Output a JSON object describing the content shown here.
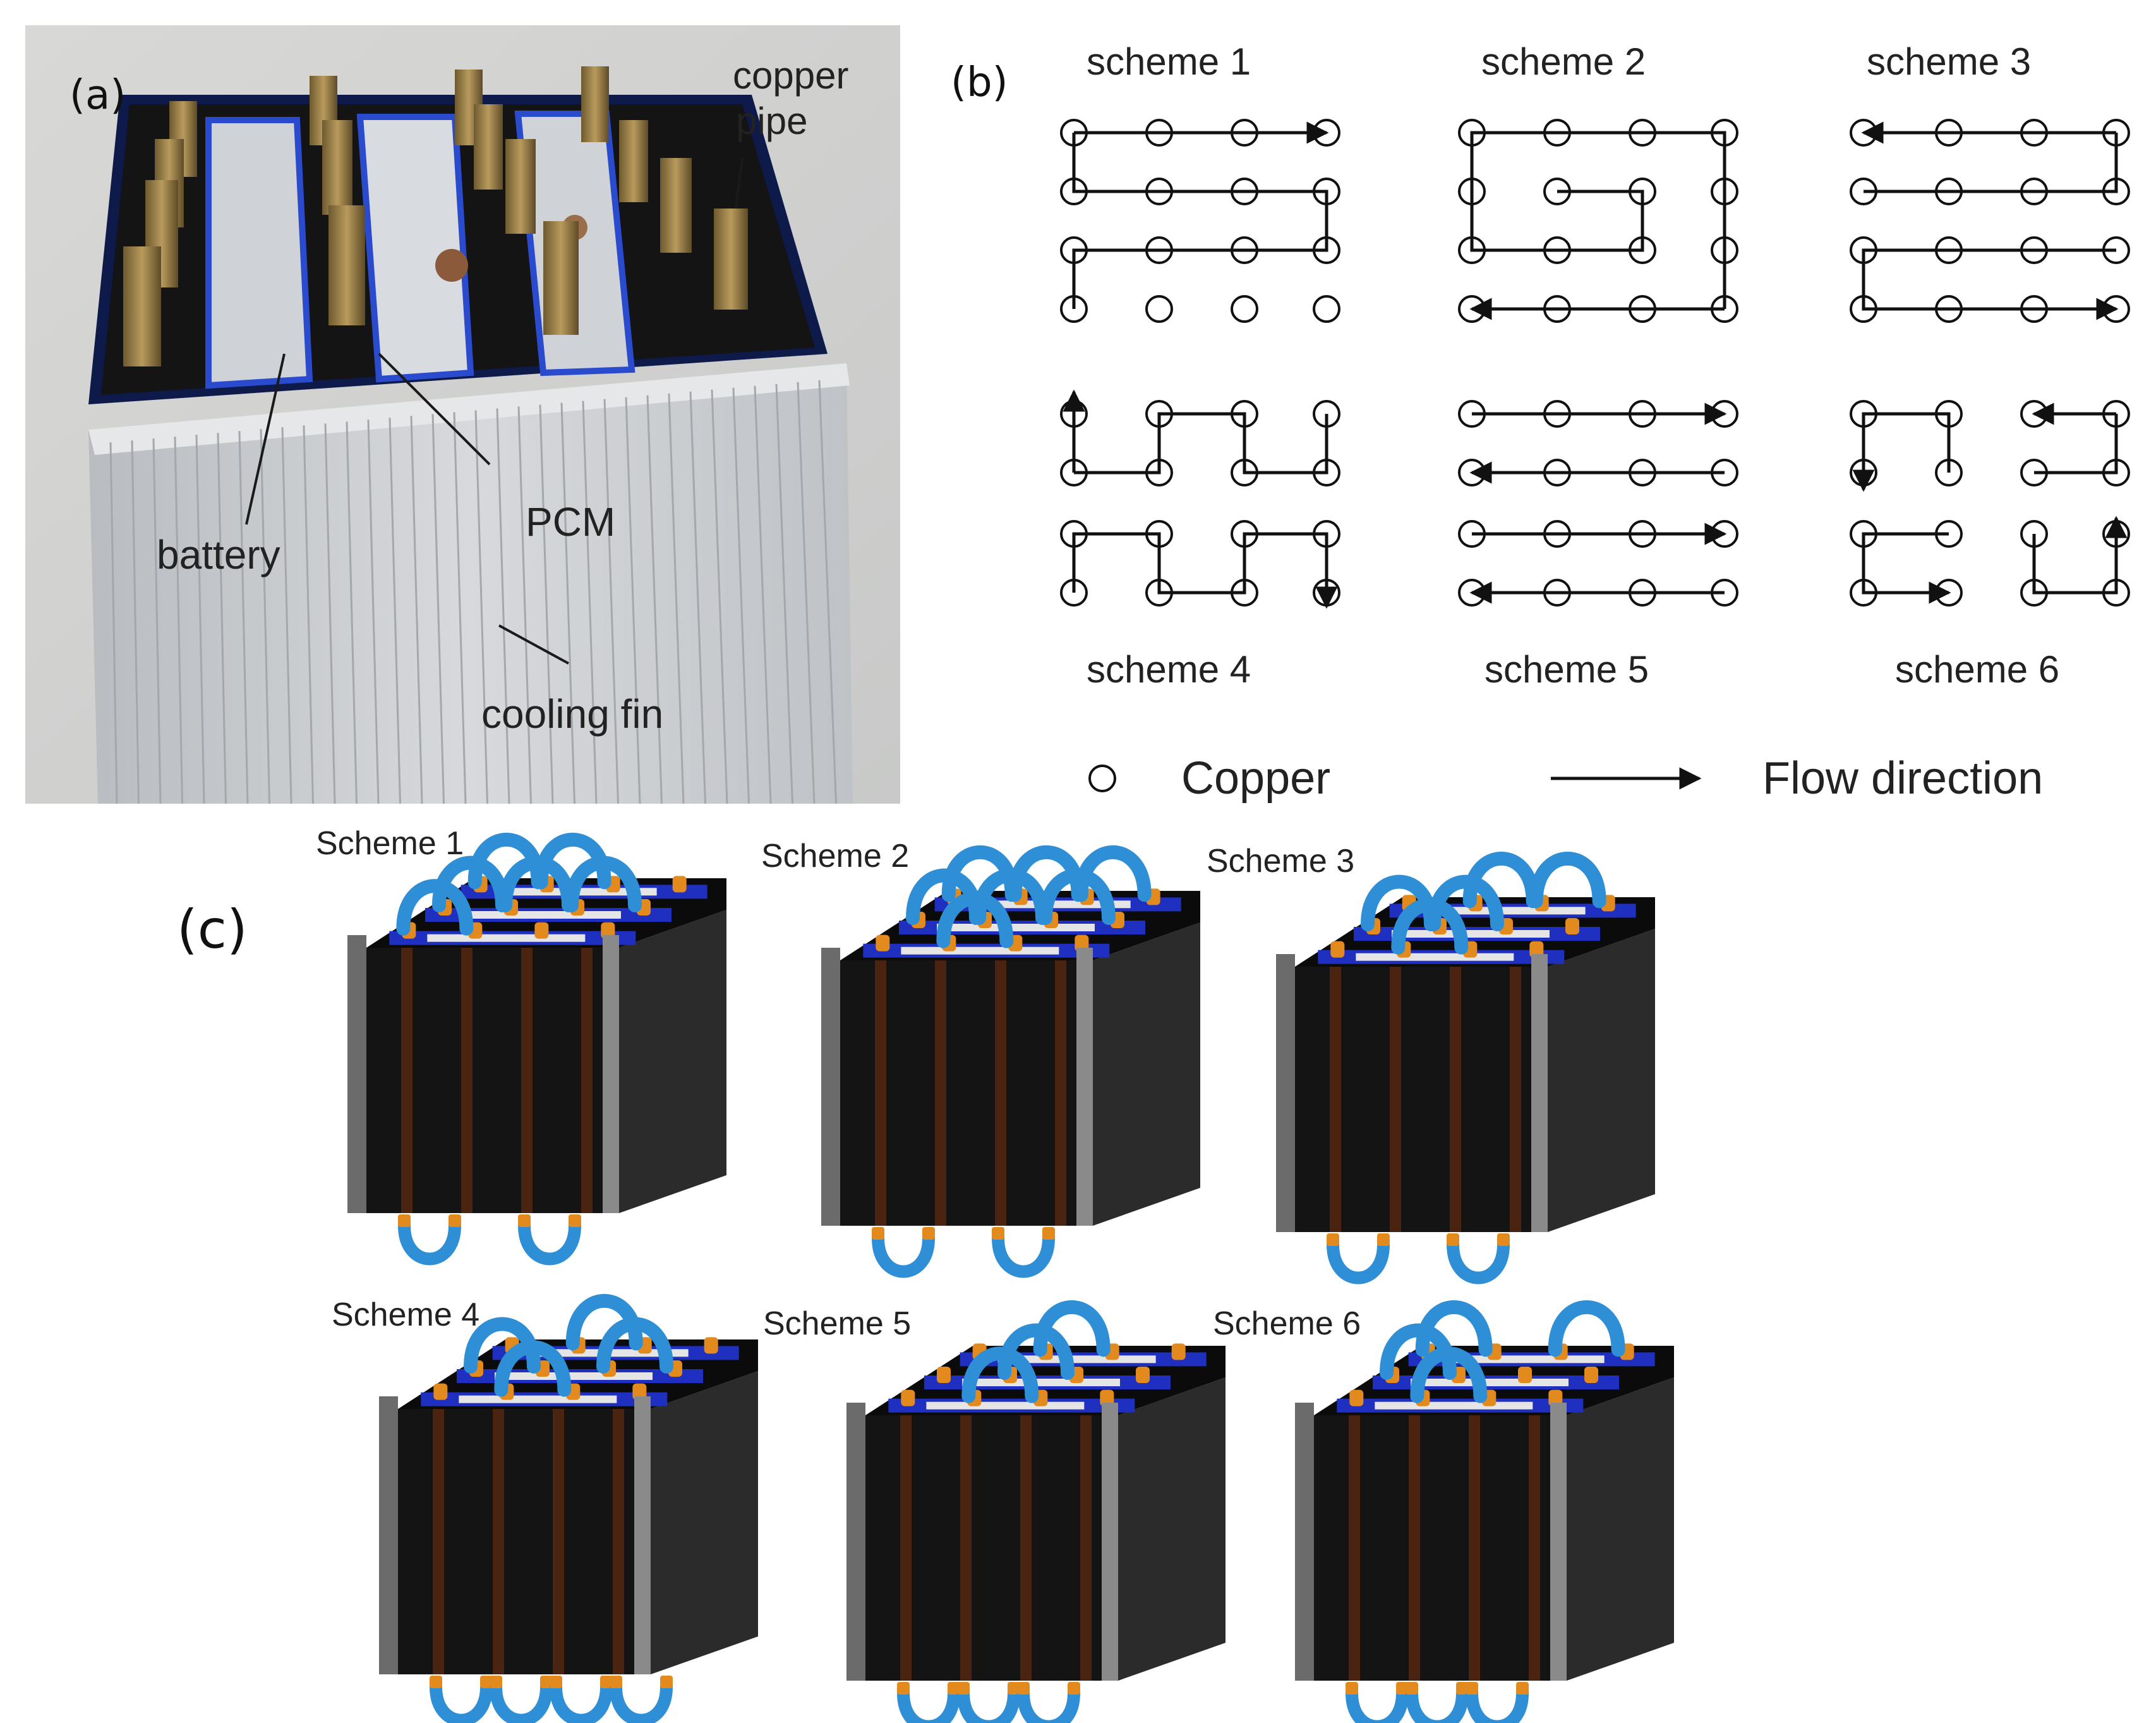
{
  "panel_a": {
    "tag": "(a)",
    "labels": {
      "copper_pipe_1": "copper",
      "copper_pipe_2": "pipe",
      "battery": "battery",
      "pcm": "PCM",
      "cooling_fin": "cooling fin"
    }
  },
  "panel_b": {
    "tag": "(b)",
    "scheme_titles": [
      "scheme 1",
      "scheme 2",
      "scheme 3",
      "scheme 4",
      "scheme 5",
      "scheme 6"
    ],
    "legend": {
      "copper": "Copper",
      "flow": "Flow direction"
    }
  },
  "panel_c": {
    "tag": "(c)",
    "scheme_titles": [
      "Scheme 1",
      "Scheme 2",
      "Scheme 3",
      "Scheme 4",
      "Scheme 5",
      "Scheme 6"
    ]
  },
  "colors": {
    "photo_fin": "#c9cbce",
    "pcm_black": "#141414",
    "copper": "#a88a52",
    "pipe_blue": "#2f8fd6",
    "model_blue": "#1f2fbf",
    "model_orange": "#e38a1e",
    "model_gray": "#6b6b6b"
  }
}
